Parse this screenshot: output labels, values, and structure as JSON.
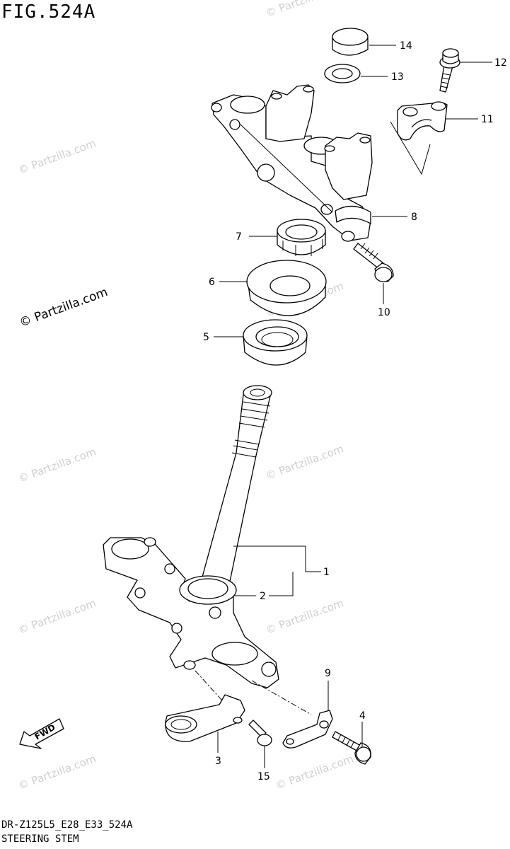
{
  "figure_title": "FIG.524A",
  "footer": {
    "model_code": "DR-Z125L5_E28_E33_524A",
    "section_name": "STEERING STEM"
  },
  "watermark": {
    "text": "© Partzilla.com",
    "primary_text": "© Partzilla.com"
  },
  "fwd_label": "FWD",
  "callouts": [
    "1",
    "2",
    "3",
    "4",
    "5",
    "6",
    "7",
    "8",
    "9",
    "10",
    "11",
    "12",
    "13",
    "14",
    "15"
  ]
}
